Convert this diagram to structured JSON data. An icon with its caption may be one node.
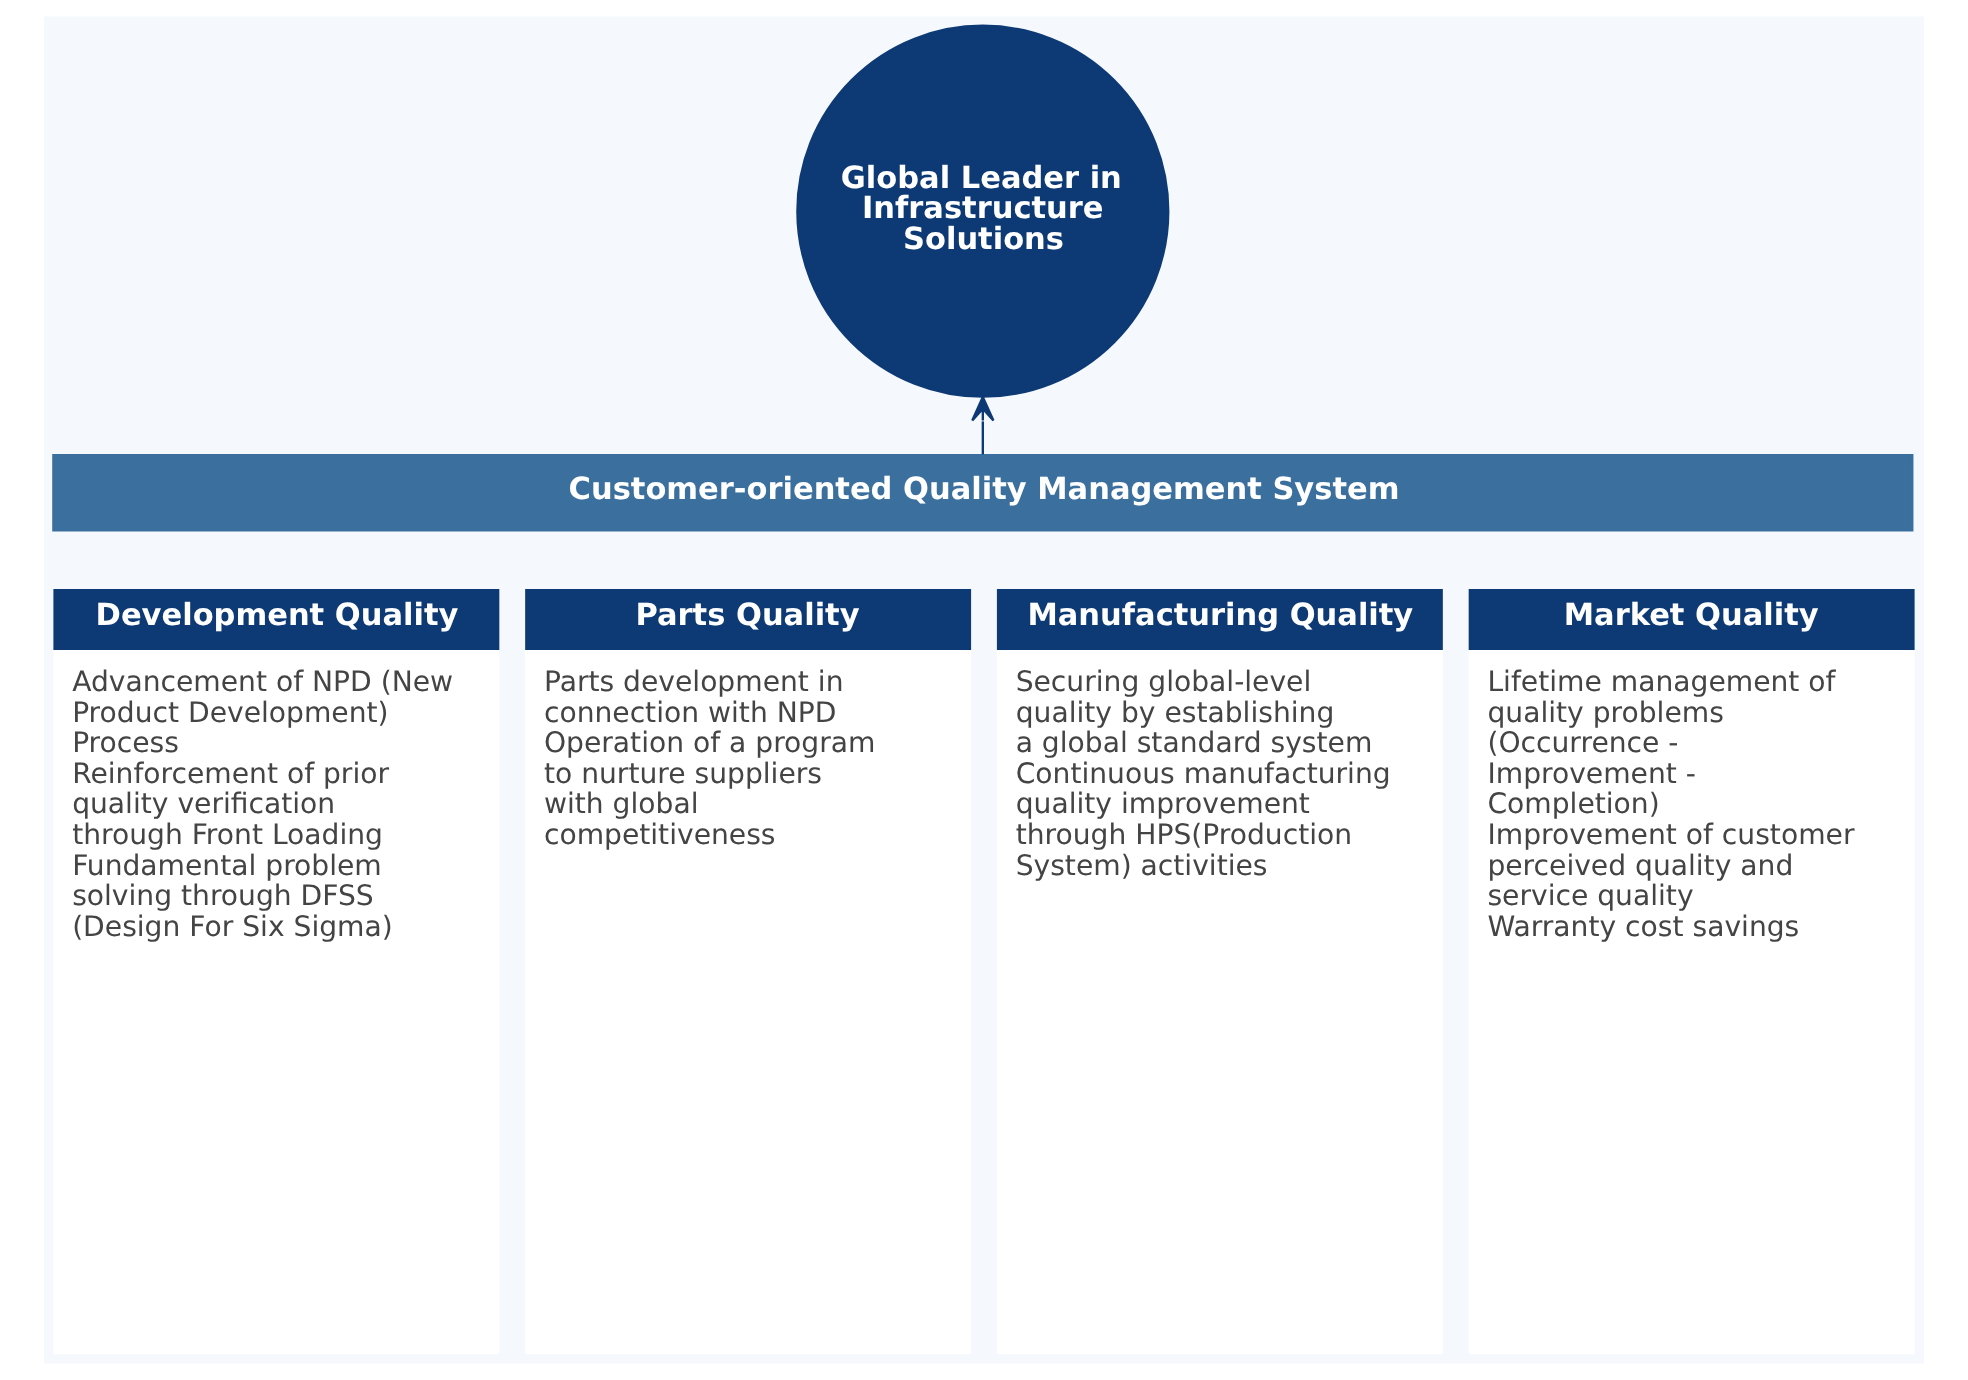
{
  "diagram": {
    "nodes": [
      {
        "text": [
          "Global Leader in Infrastructure Solutions"
        ]
      },
      {
        "text": [
          "Customer-oriented Quality Management System"
        ]
      },
      {
        "text": [
          "Development Quality",
          "Advancement of NPD (New Product Development) Process",
          "Reinforcement of prior quality verification through Front Loading",
          "Fundamental problem solving through DFSS (Design For Six Sigma)"
        ]
      },
      {
        "text": [
          "Parts Quality",
          "Parts development in connection with NPD",
          "Operation of a program to nurture suppliers with global competitiveness"
        ]
      },
      {
        "text": [
          "Manufacturing Quality",
          "Securing global-level quality by establishing a global standard system",
          "Continuous manufacturing quality improvement through HPS(Production System) activities"
        ]
      },
      {
        "text": [
          "Market Quality",
          "Lifetime management of quality problems (Occurrence - Improvement - Completion)",
          "Improvement of customer perceived quality and service quality",
          "Warranty cost savings"
        ]
      }
    ],
    "edges": [
      {
        "from": 1,
        "to": 0,
        "arrow": "to"
      }
    ]
  }
}
